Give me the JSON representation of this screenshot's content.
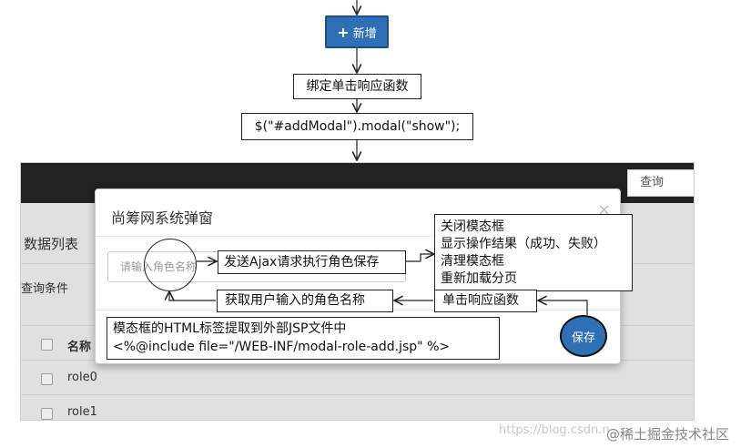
{
  "new_button": {
    "icon": "plus-icon",
    "label": "新增"
  },
  "flow": {
    "bind_click": "绑定单击响应函数",
    "modal_show": "$(\"#addModal\").modal(\"show\");"
  },
  "page": {
    "search_label": "查询",
    "data_list_title": "数据列表",
    "query_conditions": "查询条件",
    "table_header": "名称",
    "rows": [
      "role0",
      "role1"
    ]
  },
  "modal": {
    "title": "尚筹网系统弹窗",
    "close_symbol": "×",
    "input_placeholder": "请输入角色名称",
    "save_label": "保存"
  },
  "annotations": {
    "send_ajax": "发送Ajax请求执行角色保存",
    "close_steps": [
      "关闭模态框",
      "显示操作结果（成功、失败）",
      "清理模态框",
      "重新加载分页"
    ],
    "get_input": "获取用户输入的角色名称",
    "click_handler": "单击响应函数",
    "extract_jsp": [
      "模态框的HTML标签提取到外部JSP文件中",
      "<%@include file=\"/WEB-INF/modal-role-add.jsp\" %>"
    ]
  },
  "watermark": {
    "url": "https://blog.csdn.n",
    "brand": "@稀土掘金技术社区"
  }
}
